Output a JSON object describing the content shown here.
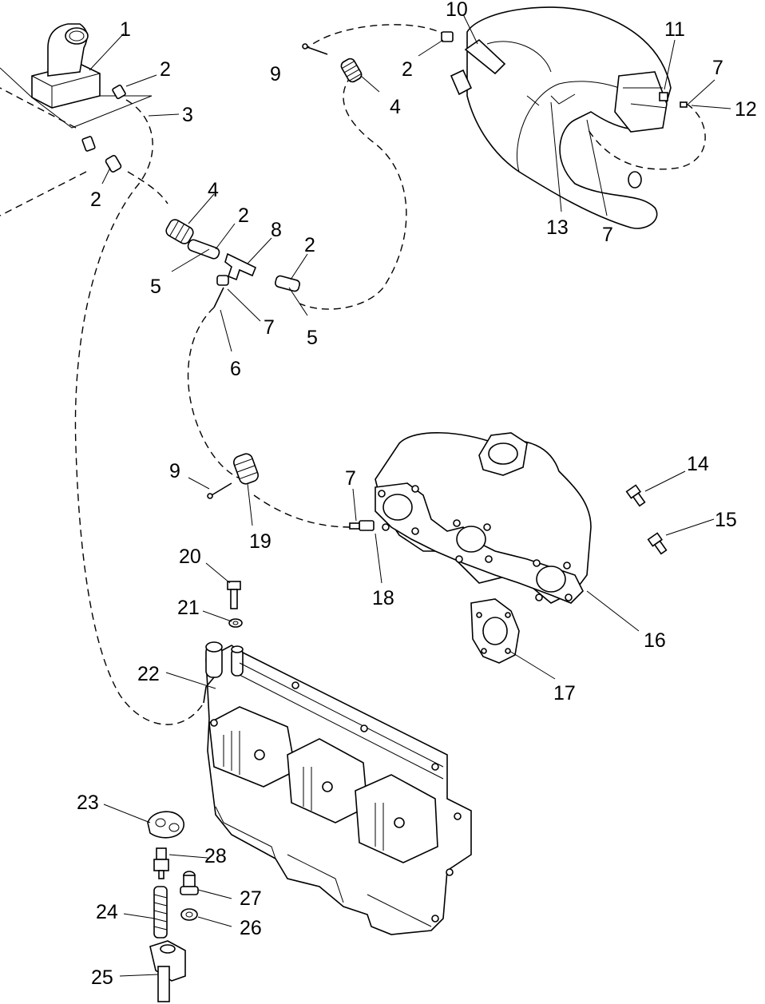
{
  "callouts": {
    "c1": "1",
    "c2a": "2",
    "c2b": "2",
    "c2c": "2",
    "c2d": "2",
    "c2e": "2",
    "c3": "3",
    "c4a": "4",
    "c4b": "4",
    "c5a": "5",
    "c5b": "5",
    "c6": "6",
    "c7a": "7",
    "c7b": "7",
    "c7c": "7",
    "c7d": "7",
    "c8": "8",
    "c9a": "9",
    "c9b": "9",
    "c10": "10",
    "c11": "11",
    "c12": "12",
    "c13": "13",
    "c14": "14",
    "c15": "15",
    "c16": "16",
    "c17": "17",
    "c18": "18",
    "c19": "19",
    "c20": "20",
    "c21": "21",
    "c22": "22",
    "c23": "23",
    "c24": "24",
    "c25": "25",
    "c26": "26",
    "c27": "27",
    "c28": "28"
  }
}
